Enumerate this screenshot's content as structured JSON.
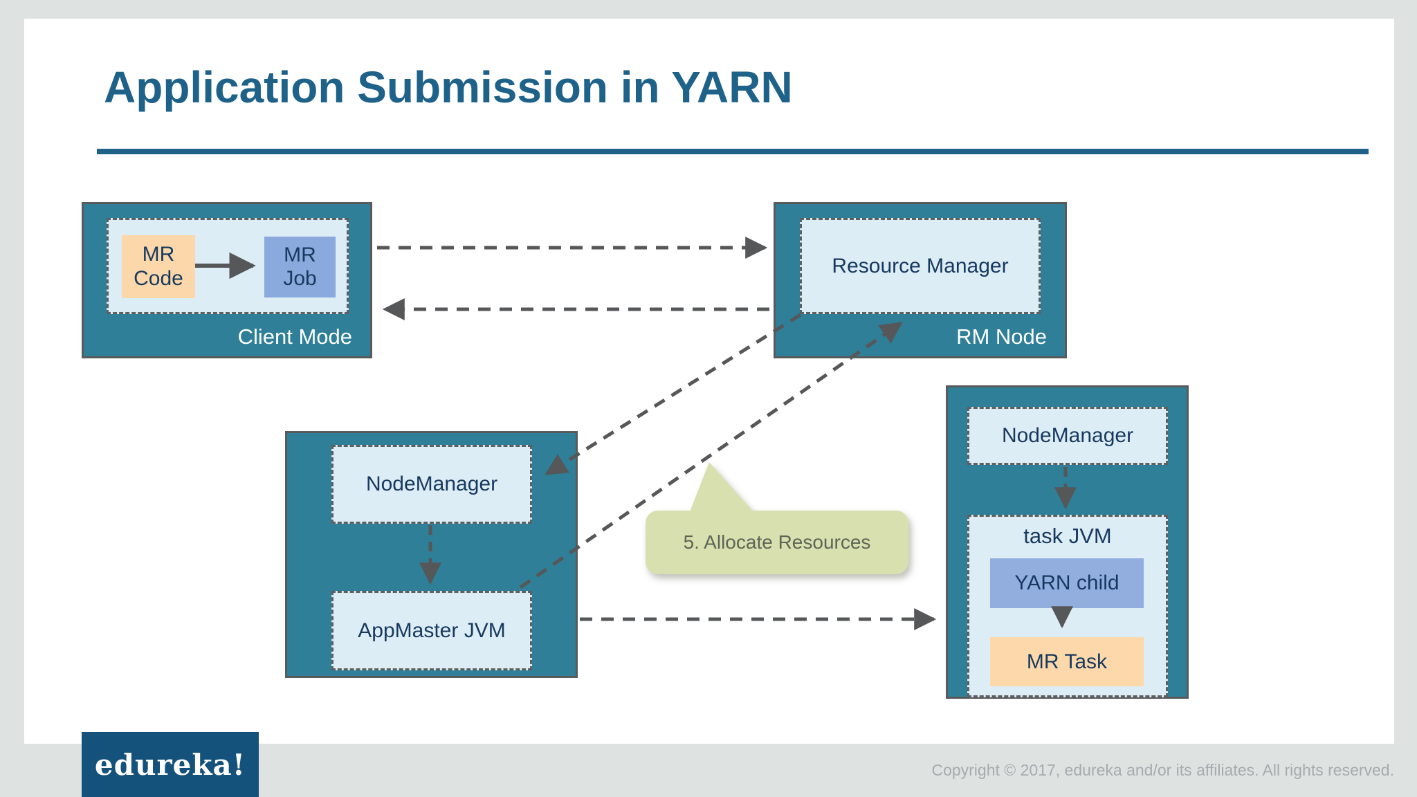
{
  "slide": {
    "title": "Application Submission in YARN"
  },
  "diagram": {
    "client_node": {
      "caption": "Client Mode",
      "mr_code_label": "MR Code",
      "mr_job_label": "MR Job"
    },
    "rm_node": {
      "caption": "RM Node",
      "resource_manager_label": "Resource Manager"
    },
    "appmaster_node": {
      "node_manager_label": "NodeManager",
      "app_master_label": "AppMaster JVM"
    },
    "task_node": {
      "node_manager_label": "NodeManager",
      "task_jvm_label": "task JVM",
      "yarn_child_label": "YARN child",
      "mr_task_label": "MR Task"
    },
    "callout": {
      "label": "5. Allocate Resources"
    },
    "connections": [
      {
        "from": "client-node",
        "to": "rm-node",
        "style": "dashed-arrow"
      },
      {
        "from": "rm-node",
        "to": "client-node",
        "style": "dashed-arrow"
      },
      {
        "from": "rm-node",
        "to": "appmaster-nodemanager",
        "style": "dashed-arrow"
      },
      {
        "from": "appmaster-jvm",
        "to": "rm-node",
        "style": "dashed-arrow",
        "label": "5. Allocate Resources"
      },
      {
        "from": "appmaster-node",
        "to": "task-node",
        "style": "dashed-arrow"
      },
      {
        "from": "appmaster-nodemanager",
        "to": "appmaster-jvm",
        "style": "dashed-arrow"
      },
      {
        "from": "task-nodemanager",
        "to": "task-jvm",
        "style": "dashed-arrow"
      },
      {
        "from": "yarn-child",
        "to": "mr-task",
        "style": "dashed-arrow"
      },
      {
        "from": "mr-code",
        "to": "mr-job",
        "style": "solid-arrow"
      }
    ]
  },
  "footer": {
    "logo_text": "edureka!",
    "copyright": "Copyright © 2017, edureka and/or its affiliates. All rights reserved."
  },
  "colors": {
    "frame_gray": "#dee2e1",
    "slide_white": "#ffffff",
    "title_blue": "#1e6189",
    "node_teal": "#2e7f97",
    "node_border_gray": "#595a5c",
    "inner_light_blue": "#ddedf6",
    "dashed_border_gray": "#5d5f61",
    "orange_box": "#fbd7a9",
    "blue_box": "#8aa9dc",
    "navy_text": "#17395e",
    "connector_gray": "#565759",
    "callout_green": "#d8e0b0",
    "callout_text": "#5e6556",
    "logo_blue": "#15527b",
    "copyright_gray": "#a7abae"
  }
}
